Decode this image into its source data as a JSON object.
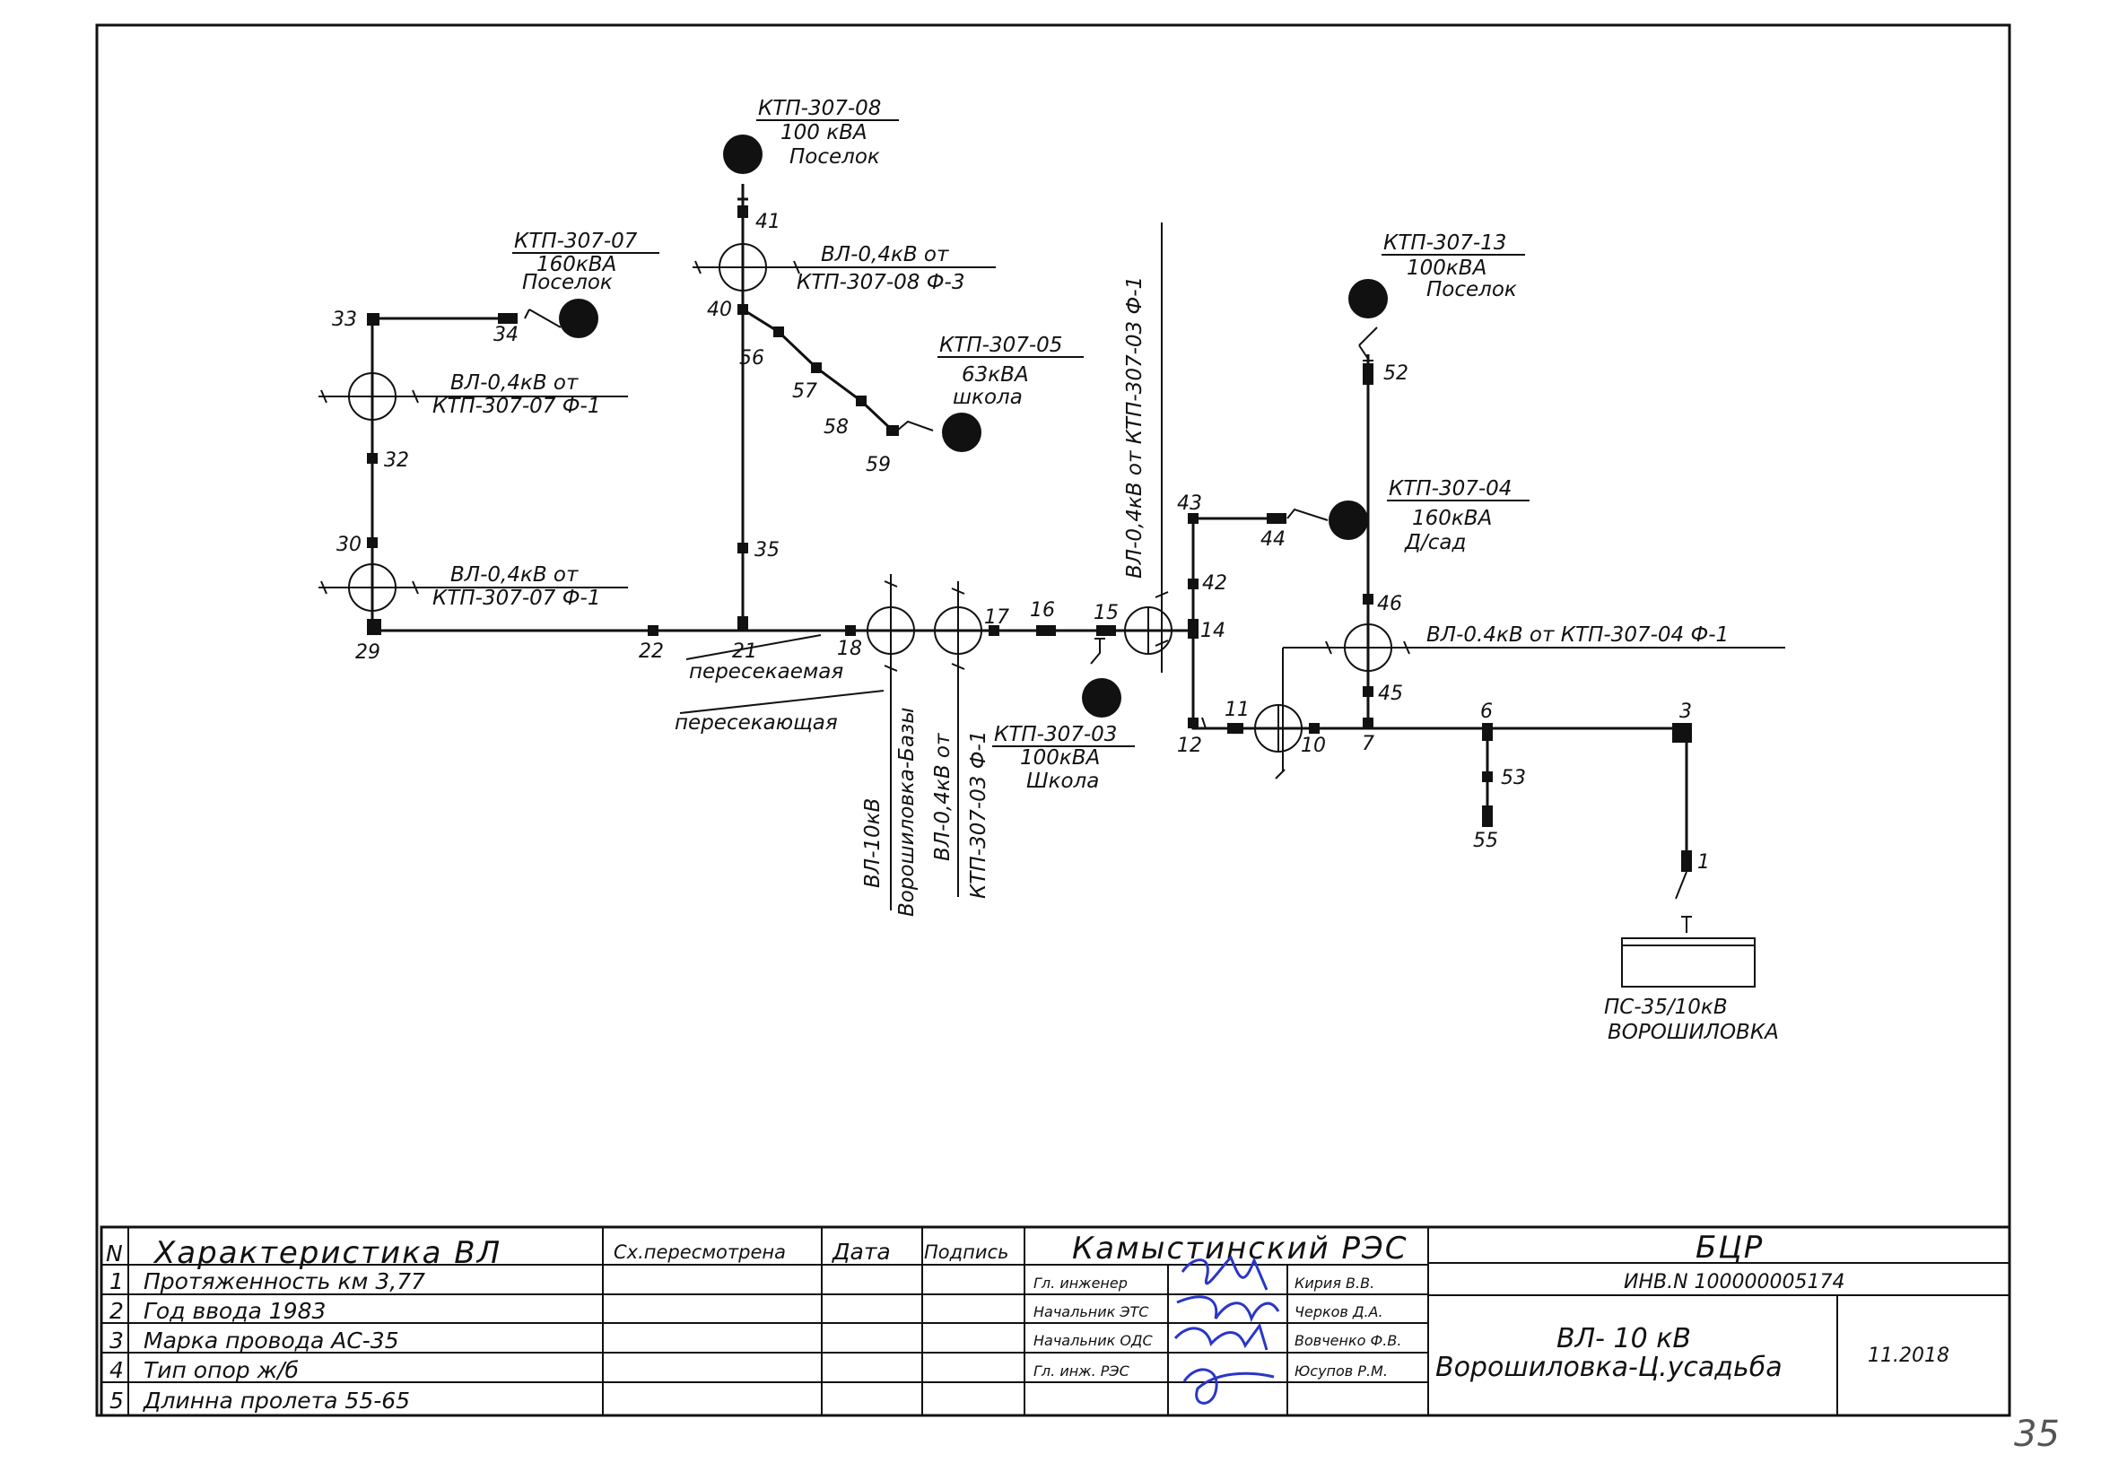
{
  "poles": {
    "p41": "41",
    "p40": "40",
    "p56": "56",
    "p57": "57",
    "p58": "58",
    "p59": "59",
    "p35": "35",
    "p33": "33",
    "p34": "34",
    "p32": "32",
    "p30": "30",
    "p29": "29",
    "p22": "22",
    "p21": "21",
    "p18": "18",
    "p17": "17",
    "p16": "16",
    "p15": "15",
    "p14": "14",
    "p43": "43",
    "p42": "42",
    "p44": "44",
    "p12": "12",
    "p11": "11",
    "p10": "10",
    "p52": "52",
    "p46": "46",
    "p45": "45",
    "p7": "7",
    "p6": "6",
    "p53": "53",
    "p55": "55",
    "p3": "3",
    "p1": "1"
  },
  "ktp": {
    "k08": {
      "name": "КТП-307-08",
      "power": "100 кВА",
      "place": "Поселок"
    },
    "k07": {
      "name": "КТП-307-07",
      "power": "160кВА",
      "place": "Поселок"
    },
    "k05": {
      "name": "КТП-307-05",
      "power": "63кВА",
      "place": "школа"
    },
    "k13": {
      "name": "КТП-307-13",
      "power": "100кВА",
      "place": "Поселок"
    },
    "k04": {
      "name": "КТП-307-04",
      "power": "160кВА",
      "place": "Д/сад"
    },
    "k03": {
      "name": "КТП-307-03",
      "power": "100кВА",
      "place": "Школа"
    }
  },
  "crossings": {
    "c08": {
      "line1": "ВЛ-0,4кВ  от",
      "line2": "КТП-307-08  Ф-3"
    },
    "c07a": {
      "line1": "ВЛ-0,4кВ  от",
      "line2": "КТП-307-07  Ф-1"
    },
    "c07b": {
      "line1": "ВЛ-0,4кВ  от",
      "line2": "КТП-307-07  Ф-1"
    },
    "c03v": "ВЛ-0,4кВ  от  КТП-307-03  Ф-1",
    "c04": "ВЛ-0.4кВ  от  КТП-307-04  Ф-1",
    "base1": "ВЛ-10кВ",
    "base2": "Ворошиловка-Базы",
    "c03b1": "ВЛ-0,4кВ  от",
    "c03b2": "КТП-307-03  Ф-1",
    "crossed": "пересекаемая",
    "crossing": "пересекающая"
  },
  "substation": {
    "name": "ПС-35/10кВ",
    "place": "ВОРОШИЛОВКА"
  },
  "title_block": {
    "n_header": "N",
    "char_header": "Характеристика  ВЛ",
    "rows": [
      {
        "n": "1",
        "text": "Протяженность  км  3,77"
      },
      {
        "n": "2",
        "text": "Год  ввода  1983"
      },
      {
        "n": "3",
        "text": "Марка  провода  АС-35"
      },
      {
        "n": "4",
        "text": "Тип  опор  ж/б"
      },
      {
        "n": "5",
        "text": "Длинна  пролета  55-65"
      }
    ],
    "reviewed": "Сх.пересмотрена",
    "date": "Дата",
    "signature": "Подпись",
    "org": "Камыстинский    РЭС",
    "staff": [
      {
        "role": "Гл. инженер",
        "name": "Кирия  В.В."
      },
      {
        "role": "Начальник  ЭТС",
        "name": "Черков  Д.А."
      },
      {
        "role": "Начальник  ОДС",
        "name": "Вовченко  Ф.В."
      },
      {
        "role": "Гл. инж.  РЭС",
        "name": "Юсупов  Р.М."
      }
    ],
    "dept": "БЦР",
    "inv": "ИНВ.N  100000005174",
    "line_title1": "ВЛ-  10  кВ",
    "line_title2": "Ворошиловка-Ц.усадьба",
    "issue_date": "11.2018"
  },
  "page_number": "35"
}
